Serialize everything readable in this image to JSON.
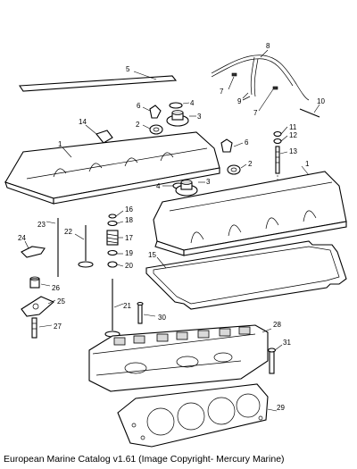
{
  "caption": "European Marine Catalog v1.61 (Image Copyright- Mercury Marine)",
  "callouts": [
    "1",
    "1",
    "2",
    "2",
    "3",
    "3",
    "4",
    "4",
    "5",
    "6",
    "6",
    "7",
    "7",
    "8",
    "9",
    "10",
    "11",
    "12",
    "13",
    "14",
    "15",
    "16",
    "17",
    "18",
    "19",
    "20",
    "21",
    "22",
    "23",
    "24",
    "25",
    "26",
    "27",
    "28",
    "29",
    "30",
    "31"
  ]
}
